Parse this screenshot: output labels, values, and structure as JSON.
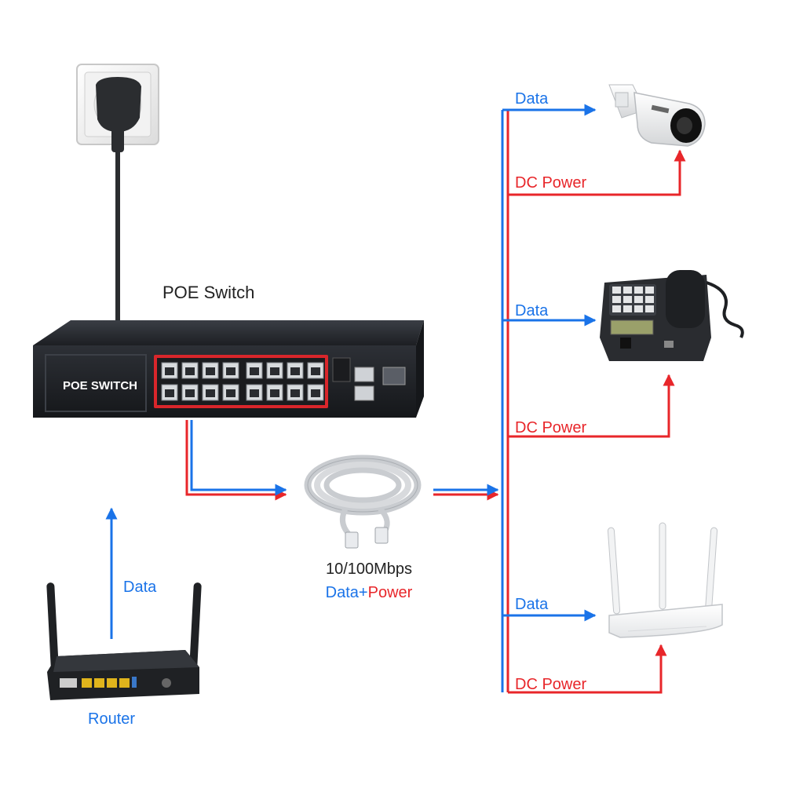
{
  "colors": {
    "data": "#1a73e8",
    "power": "#e8262a",
    "text_dark": "#222222",
    "switch_body": "#26292e",
    "port_panel": "#d9262b"
  },
  "labels": {
    "poe_switch_title": "POE Switch",
    "switch_front_text": "POE SWITCH",
    "cable_speed": "10/100Mbps",
    "cable_data": "Data",
    "cable_plus": "+",
    "cable_power": "Power",
    "router_data": "Data",
    "router_name": "Router",
    "camera_data": "Data",
    "camera_power": "DC Power",
    "phone_data": "Data",
    "phone_power": "DC Power",
    "ap_data": "Data",
    "ap_power": "DC Power"
  },
  "icons": [
    "power-socket-icon",
    "poe-switch-icon",
    "ethernet-cable-icon",
    "router-icon",
    "ip-camera-icon",
    "ip-phone-icon",
    "wireless-ap-icon"
  ]
}
